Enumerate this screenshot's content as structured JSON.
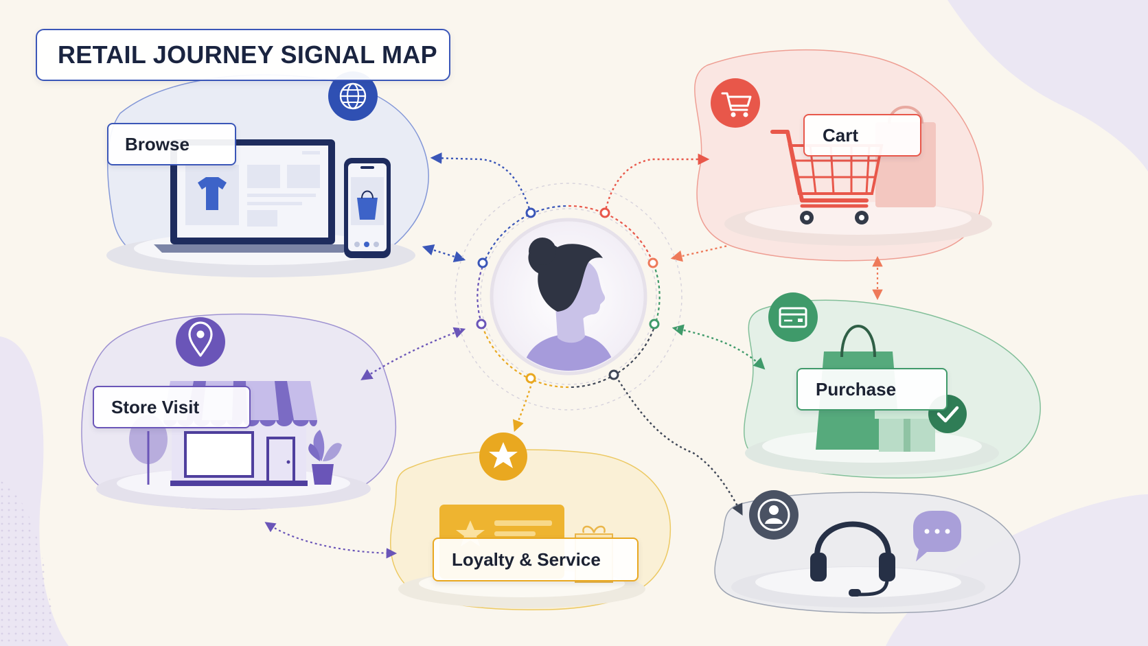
{
  "title": "RETAIL JOURNEY SIGNAL MAP",
  "center": {
    "figure": "customer"
  },
  "nodes": [
    {
      "id": "browse",
      "label": "Browse",
      "color": "#3a56b8",
      "icon": "globe-icon"
    },
    {
      "id": "cart",
      "label": "Cart",
      "color": "#e8574a",
      "icon": "cart-icon"
    },
    {
      "id": "purchase",
      "label": "Purchase",
      "color": "#3f9a6a",
      "icon": "credit-card-icon"
    },
    {
      "id": "support",
      "label": "",
      "color": "#4a5263",
      "icon": "user-icon"
    },
    {
      "id": "loyalty",
      "label": "Loyalty & Service",
      "color": "#e9b128",
      "icon": "star-icon"
    },
    {
      "id": "store",
      "label": "Store Visit",
      "color": "#6a55b8",
      "icon": "location-pin-icon"
    }
  ],
  "colors": {
    "background": "#faf6ee",
    "browse": "#3a56b8",
    "cart": "#e8574a",
    "purchase": "#3f9a6a",
    "support": "#4a5263",
    "loyalty": "#e9b128",
    "store": "#6a55b8"
  }
}
